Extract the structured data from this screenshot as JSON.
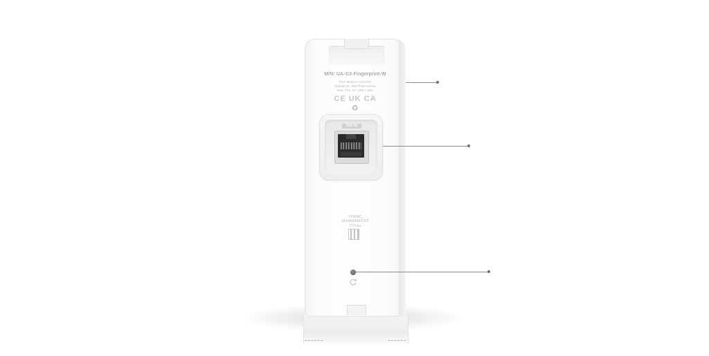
{
  "product": {
    "model_label": "M/N: UA-G3-Fingerprint-W",
    "label_lines": [
      "FCC   Made in XXXXXX",
      "Ubiquiti Inc. 685 Third Avenue",
      "New York, NY 10017 USA"
    ],
    "cert_marks": "CE UK CA ♻",
    "port_tag": "PoE IN",
    "serial_lines": [
      "YYWWC",
      "xxxxxxxxxXXX",
      "YYYxxx"
    ]
  },
  "colors": {
    "device_body": "#ffffff",
    "callout_line": "#8a8a8a",
    "callout_dot": "#6f6f6f",
    "port_opening": "#2b2b2b"
  },
  "icons": {
    "reset": "reset-arrow-icon",
    "qr": "qr-code-icon",
    "ethernet": "ethernet-port-icon"
  }
}
